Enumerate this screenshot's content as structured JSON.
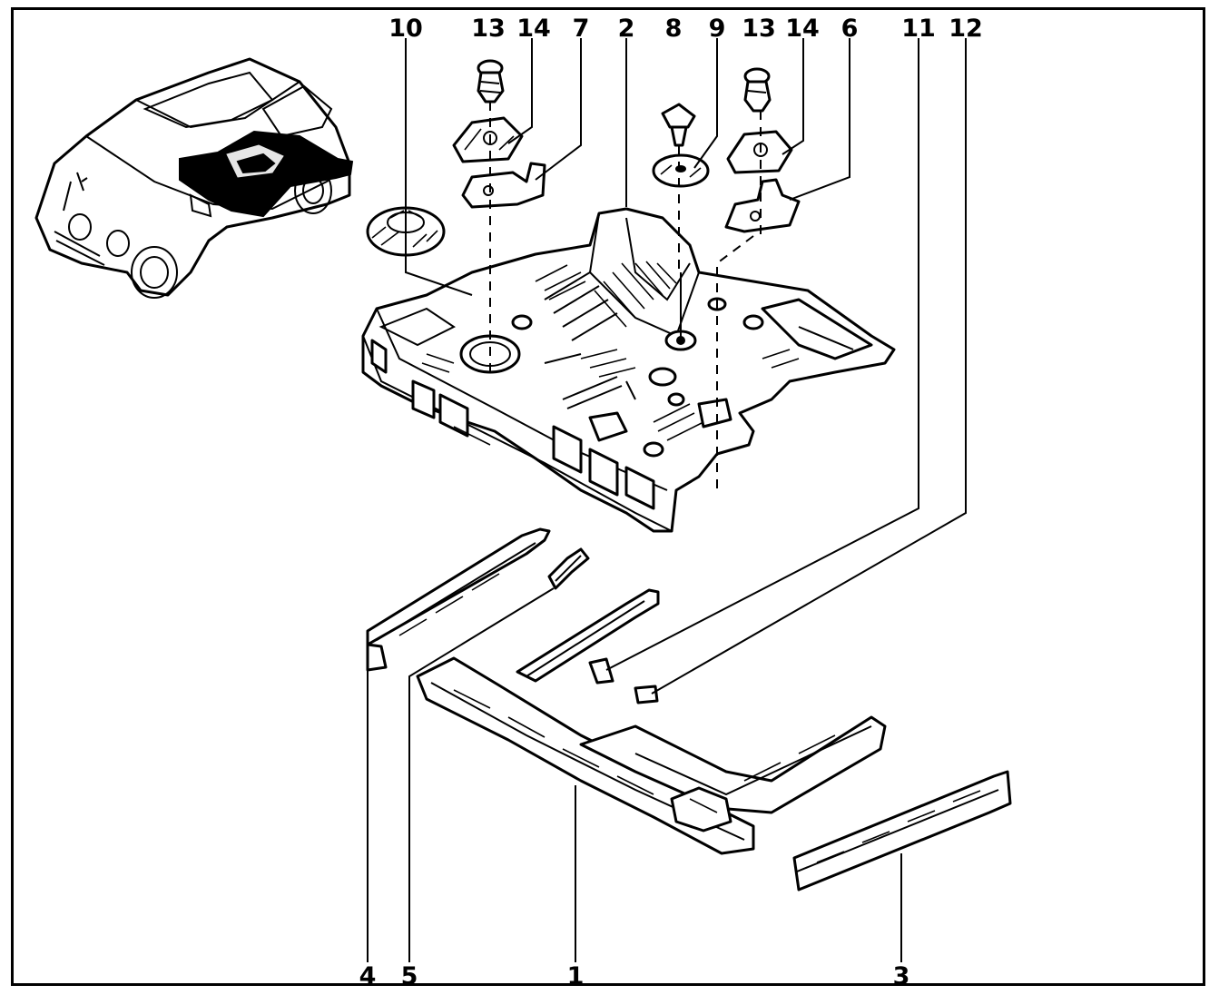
{
  "callouts": [
    {
      "label": "10"
    },
    {
      "label": "13"
    },
    {
      "label": "14"
    },
    {
      "label": "7"
    },
    {
      "label": "2"
    },
    {
      "label": "8"
    },
    {
      "label": "9"
    },
    {
      "label": "13"
    },
    {
      "label": "14"
    },
    {
      "label": "6"
    },
    {
      "label": "11"
    },
    {
      "label": "12"
    },
    {
      "label": "4"
    },
    {
      "label": "5"
    },
    {
      "label": "1"
    },
    {
      "label": "3"
    }
  ],
  "colors": {
    "ink": "#000000",
    "paper": "#ffffff"
  }
}
